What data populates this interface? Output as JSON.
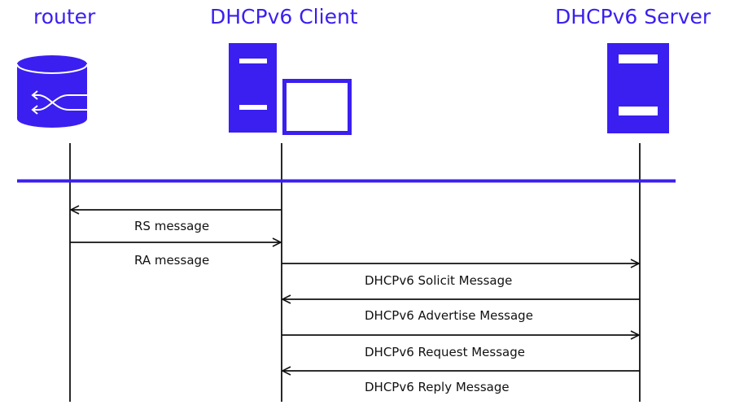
{
  "colors": {
    "accent": "#3a1ff0",
    "line": "#111111"
  },
  "actors": [
    {
      "id": "router",
      "label": "router",
      "icon": "router-icon"
    },
    {
      "id": "client",
      "label": "DHCPv6 Client",
      "icon": "client-computer-icon"
    },
    {
      "id": "server",
      "label": "DHCPv6 Server",
      "icon": "server-icon"
    }
  ],
  "messages": [
    {
      "from": "client",
      "to": "router",
      "label": "RS message"
    },
    {
      "from": "router",
      "to": "client",
      "label": "RA message"
    },
    {
      "from": "client",
      "to": "server",
      "label": "DHCPv6 Solicit Message"
    },
    {
      "from": "server",
      "to": "client",
      "label": "DHCPv6 Advertise Message"
    },
    {
      "from": "client",
      "to": "server",
      "label": "DHCPv6 Request Message"
    },
    {
      "from": "server",
      "to": "client",
      "label": "DHCPv6 Reply Message"
    }
  ]
}
